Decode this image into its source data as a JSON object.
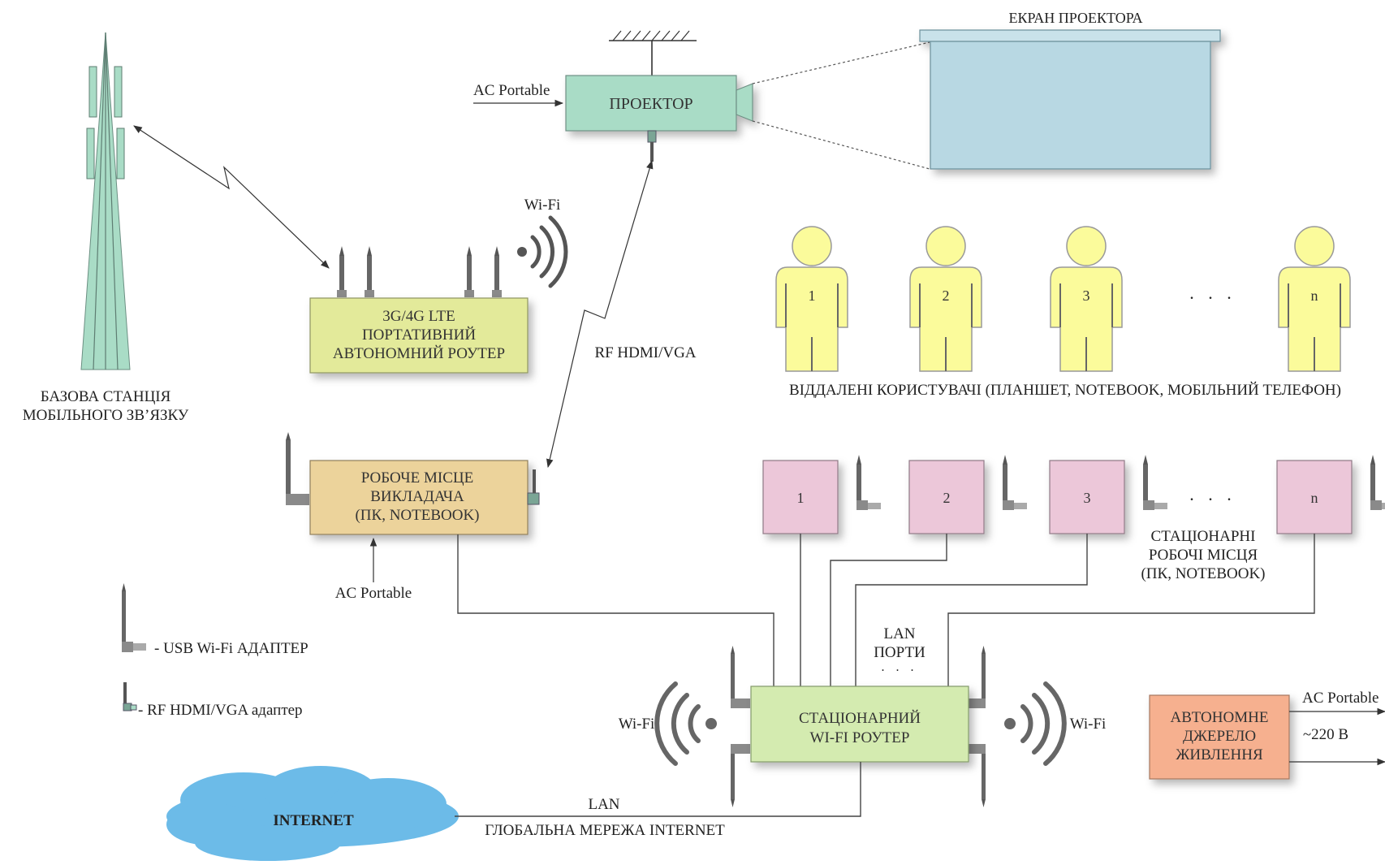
{
  "colors": {
    "projector_fill": "#a9dcc6",
    "screen_fill": "#b8d8e3",
    "lte_router_fill": "#e3ea9a",
    "teacher_fill": "#ecd39b",
    "workstation_fill": "#ecc7d9",
    "wifi_router_fill": "#d4ebb0",
    "power_fill": "#f6b08f",
    "user_fill": "#fbfb9b",
    "cloud_fill": "#6cbbe8",
    "tower_fill": "#a9dcc6"
  },
  "icons": {
    "tower": "cell-tower-icon",
    "usb_adapter": "usb-wifi-adapter-icon",
    "rf_adapter": "rf-hdmi-adapter-icon",
    "wifi_waves": "wifi-waves-icon",
    "person": "person-icon",
    "cloud": "cloud-icon"
  },
  "labels": {
    "base_station": [
      "БАЗОВА СТАНЦІЯ",
      "МОБІЛЬНОГО ЗВ’ЯЗКУ"
    ],
    "screen": "ЕКРАН  ПРОЕКТОРА",
    "projector": "ПРОЕКТОР",
    "ac_portable": "AC Portable",
    "wifi": "Wi-Fi",
    "lte_router": [
      "3G/4G LTE",
      "ПОРТАТИВНИЙ",
      "АВТОНОМНИЙ РОУТЕР"
    ],
    "rf_hdmi_vga": "RF HDMI/VGA",
    "remote_users_caption": "ВІДДАЛЕНІ КОРИСТУВАЧІ (ПЛАНШЕТ, NOTEBOOK, МОБІЛЬНИЙ ТЕЛЕФОН)",
    "users": [
      "1",
      "2",
      "3",
      "n"
    ],
    "ellipsis": ". . .",
    "teacher": [
      "РОБОЧЕ МІСЦЕ",
      "ВИКЛАДАЧА",
      "(ПК, NOTEBOOK)"
    ],
    "workstations": [
      "1",
      "2",
      "3",
      "n"
    ],
    "stationary_caption": [
      "СТАЦІОНАРНІ",
      "РОБОЧІ МІСЦЯ",
      "(ПК, NOTEBOOK)"
    ],
    "lan_ports": [
      "LAN",
      "ПОРТИ"
    ],
    "wifi_router": [
      "СТАЦІОНАРНИЙ",
      "WI-FI РОУТЕР"
    ],
    "power_source": [
      "АВТОНОМНЕ",
      "ДЖЕРЕЛО",
      "ЖИВЛЕННЯ"
    ],
    "ac_portable_clipped": "AC Portable",
    "voltage": "~220 В",
    "legend_usb": "- USB Wi-Fi АДАПТЕР",
    "legend_rf": "- RF HDMI/VGA адаптер",
    "internet": "INTERNET",
    "lan": "LAN",
    "global_network": "ГЛОБАЛЬНА МЕРЕЖА INTERNET"
  }
}
